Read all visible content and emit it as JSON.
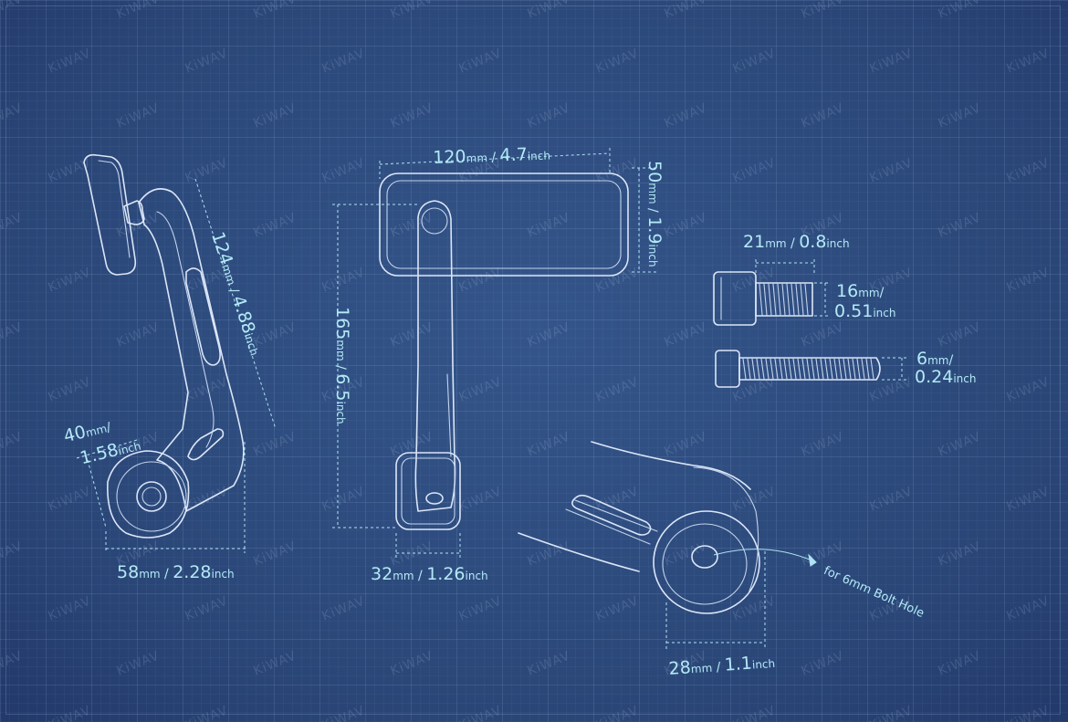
{
  "watermark": "KiWAV",
  "colors": {
    "background": "#2d4c7f",
    "line": "#dbe6f7",
    "dimension_text": "#b3eaf6"
  },
  "dims": {
    "side_height": {
      "a": "124",
      "au": "mm",
      "b": "4.88",
      "bu": "inch"
    },
    "side_clamp": {
      "a": "40",
      "au": "mm",
      "b": "1.58",
      "bu": "inch"
    },
    "side_width": {
      "a": "58",
      "au": "mm",
      "b": "2.28",
      "bu": "inch"
    },
    "mirror_width": {
      "a": "120",
      "au": "mm",
      "b": "4.7",
      "bu": "inch"
    },
    "mirror_height": {
      "a": "50",
      "au": "mm",
      "b": "1.9",
      "bu": "inch"
    },
    "front_height": {
      "a": "165",
      "au": "mm",
      "b": "6.5",
      "bu": "inch"
    },
    "front_width": {
      "a": "32",
      "au": "mm",
      "b": "1.26",
      "bu": "inch"
    },
    "bolt_length": {
      "a": "16",
      "au": "mm",
      "b": "0.51",
      "bu": "inch"
    },
    "bolt_head": {
      "a": "21",
      "au": "mm",
      "b": "0.8",
      "bu": "inch"
    },
    "bolt_thread": {
      "a": "6",
      "au": "mm",
      "b": "0.24",
      "bu": "inch"
    },
    "hole_dia": {
      "a": "28",
      "au": "mm",
      "b": "1.1",
      "bu": "inch"
    }
  },
  "notes": {
    "bolt_hole": "for 6mm Bolt Hole"
  }
}
